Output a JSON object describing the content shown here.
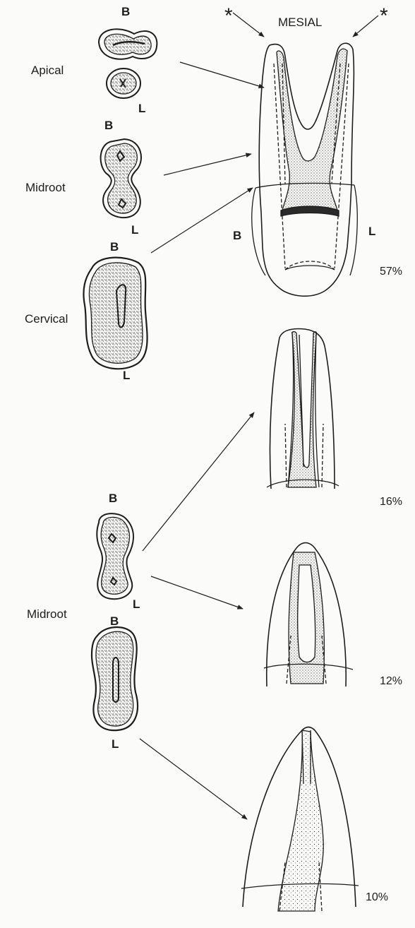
{
  "labels": {
    "mesial": "MESIAL",
    "asterisk_left": "*",
    "asterisk_right": "*",
    "apical": "Apical",
    "midroot_top": "Midroot",
    "cervical": "Cervical",
    "midroot_bottom": "Midroot",
    "b1": "B",
    "l1": "L",
    "b2": "B",
    "l2": "L",
    "b3": "B",
    "l3": "L",
    "b4": "B",
    "l4": "L",
    "b5": "B",
    "l5": "L",
    "tooth_b": "B",
    "tooth_l": "L"
  },
  "percentages": [
    "57%",
    "16%",
    "12%",
    "10%"
  ]
}
